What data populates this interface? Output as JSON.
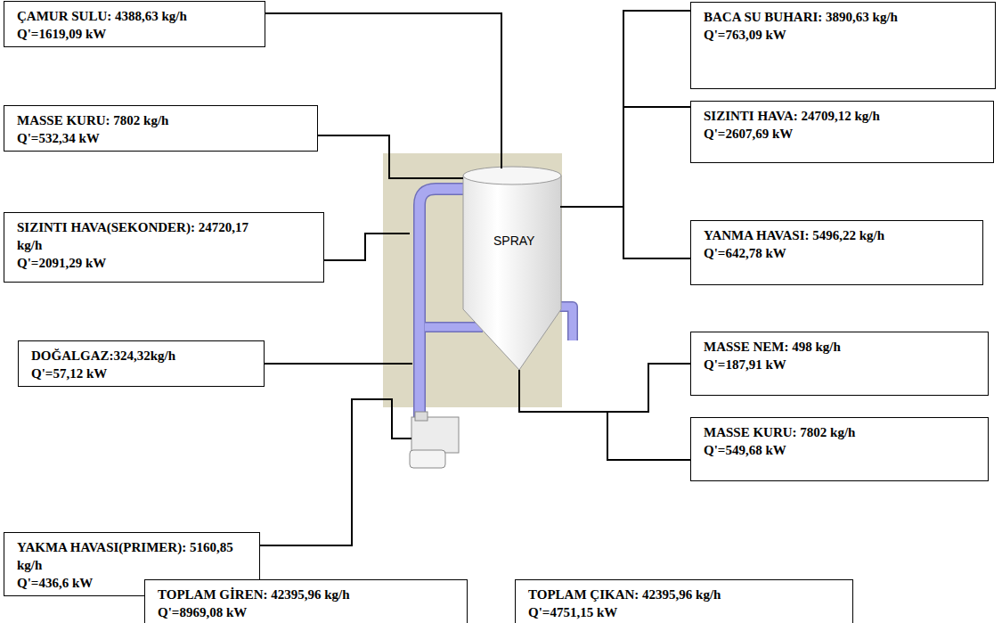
{
  "diagram": {
    "nodes": [
      {
        "text": [
          "ÇAMUR SULU: 4388,63 kg/h",
          "Q'=1619,09 kW"
        ]
      },
      {
        "text": [
          "MASSE KURU: 7802 kg/h",
          "Q'=532,34 kW"
        ]
      },
      {
        "text": [
          "SIZINTI HAVA(SEKONDER): 24720,17 kg/h",
          "Q'=2091,29 kW"
        ]
      },
      {
        "text": [
          "DOĞALGAZ:324,32kg/h",
          "Q'=57,12 kW"
        ]
      },
      {
        "text": [
          "YAKMA HAVASI(PRIMER): 5160,85 kg/h",
          "Q'=436,6 kW"
        ]
      },
      {
        "text": [
          "SPRAY"
        ]
      },
      {
        "text": [
          "BACA SU BUHARI: 3890,63 kg/h",
          "Q'=763,09 kW"
        ]
      },
      {
        "text": [
          "SIZINTI HAVA: 24709,12 kg/h",
          "Q'=2607,69 kW"
        ]
      },
      {
        "text": [
          "YANMA HAVASI: 5496,22 kg/h",
          "Q'=642,78 kW"
        ]
      },
      {
        "text": [
          "MASSE NEM: 498 kg/h",
          "Q'=187,91 kW"
        ]
      },
      {
        "text": [
          "MASSE KURU: 7802 kg/h",
          "Q'=549,68 kW"
        ]
      },
      {
        "text": [
          "TOPLAM GİREN: 42395,96 kg/h",
          "Q'=8969,08 kW"
        ]
      },
      {
        "text": [
          "TOPLAM ÇIKAN: 42395,96 kg/h",
          "Q'=4751,15 kW"
        ]
      }
    ],
    "edges": [
      {
        "from": 0,
        "to": 5,
        "arrow": "none"
      },
      {
        "from": 1,
        "to": 5,
        "arrow": "none"
      },
      {
        "from": 2,
        "to": 5,
        "arrow": "none"
      },
      {
        "from": 3,
        "to": 5,
        "arrow": "none"
      },
      {
        "from": 4,
        "to": 5,
        "arrow": "none"
      },
      {
        "from": 5,
        "to": 6,
        "arrow": "none"
      },
      {
        "from": 5,
        "to": 7,
        "arrow": "none"
      },
      {
        "from": 5,
        "to": 8,
        "arrow": "none"
      },
      {
        "from": 5,
        "to": 9,
        "arrow": "none"
      },
      {
        "from": 5,
        "to": 10,
        "arrow": "none"
      }
    ]
  }
}
